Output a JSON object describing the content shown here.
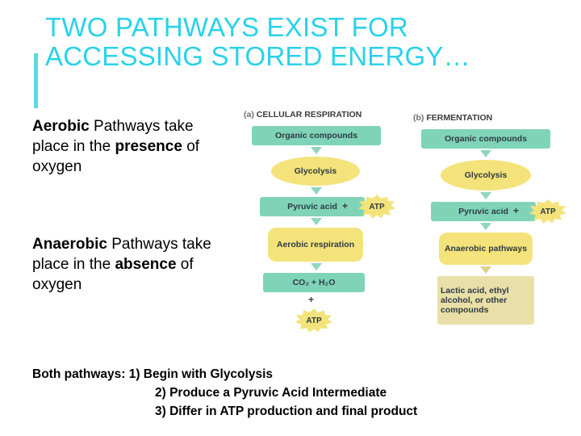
{
  "slide": {
    "title": "TWO PATHWAYS EXIST FOR ACCESSING STORED ENERGY…",
    "title_color": "#2ad2e8",
    "aerobic": {
      "lead": "Aerobic",
      "rest": " Pathways take place in the ",
      "emphasis": "presence",
      "tail": " of oxygen"
    },
    "anaerobic": {
      "lead": "Anaerobic",
      "rest": " Pathways take place in the ",
      "emphasis": "absence",
      "tail": " of oxygen"
    },
    "summary": {
      "line1": "Both pathways: 1) Begin with Glycolysis",
      "line2": "2) Produce a Pyruvic Acid Intermediate",
      "line3": "3) Differ in ATP production and final product"
    }
  },
  "figure": {
    "caption_a_label": "(a)",
    "caption_a_text": "CELLULAR RESPIRATION",
    "caption_b_label": "(b)",
    "caption_b_text": "FERMENTATION",
    "panel_a": {
      "step1": "Organic compounds",
      "step2": "Glycolysis",
      "step3": "Pyruvic acid",
      "plus": "+",
      "atp1": "ATP",
      "step4": "Aerobic respiration",
      "step5": "CO₂ + H₂O",
      "plus2": "+",
      "atp2": "ATP"
    },
    "panel_b": {
      "step1": "Organic compounds",
      "step2": "Glycolysis",
      "step3": "Pyruvic acid",
      "plus": "+",
      "atp1": "ATP",
      "step4": "Anaerobic pathways",
      "step5": "Lactic acid, ethyl alcohol, or other compounds"
    }
  }
}
